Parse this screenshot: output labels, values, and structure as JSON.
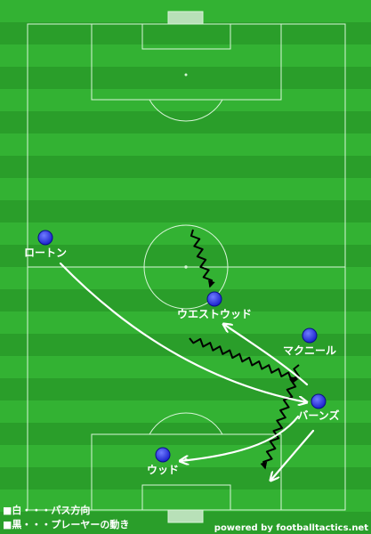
{
  "colors": {
    "grass_light": "#33b233",
    "grass_dark": "#2a9e2a",
    "line": "#d8f5d8",
    "player_fill": "#2233ff",
    "pass_arrow": "#ffffff",
    "run_arrow": "#000000",
    "label": "#ffffff"
  },
  "players": [
    {
      "id": "lorton",
      "name": "ロートン"
    },
    {
      "id": "westwood",
      "name": "ウエストウッド"
    },
    {
      "id": "mcneil",
      "name": "マクニール"
    },
    {
      "id": "barnes",
      "name": "バーンズ"
    },
    {
      "id": "wood",
      "name": "ウッド"
    }
  ],
  "legend": {
    "pass": "■白・・・パス方向",
    "movement": "■黒・・・プレーヤーの動き"
  },
  "credit": "powered by footballtactics.net"
}
